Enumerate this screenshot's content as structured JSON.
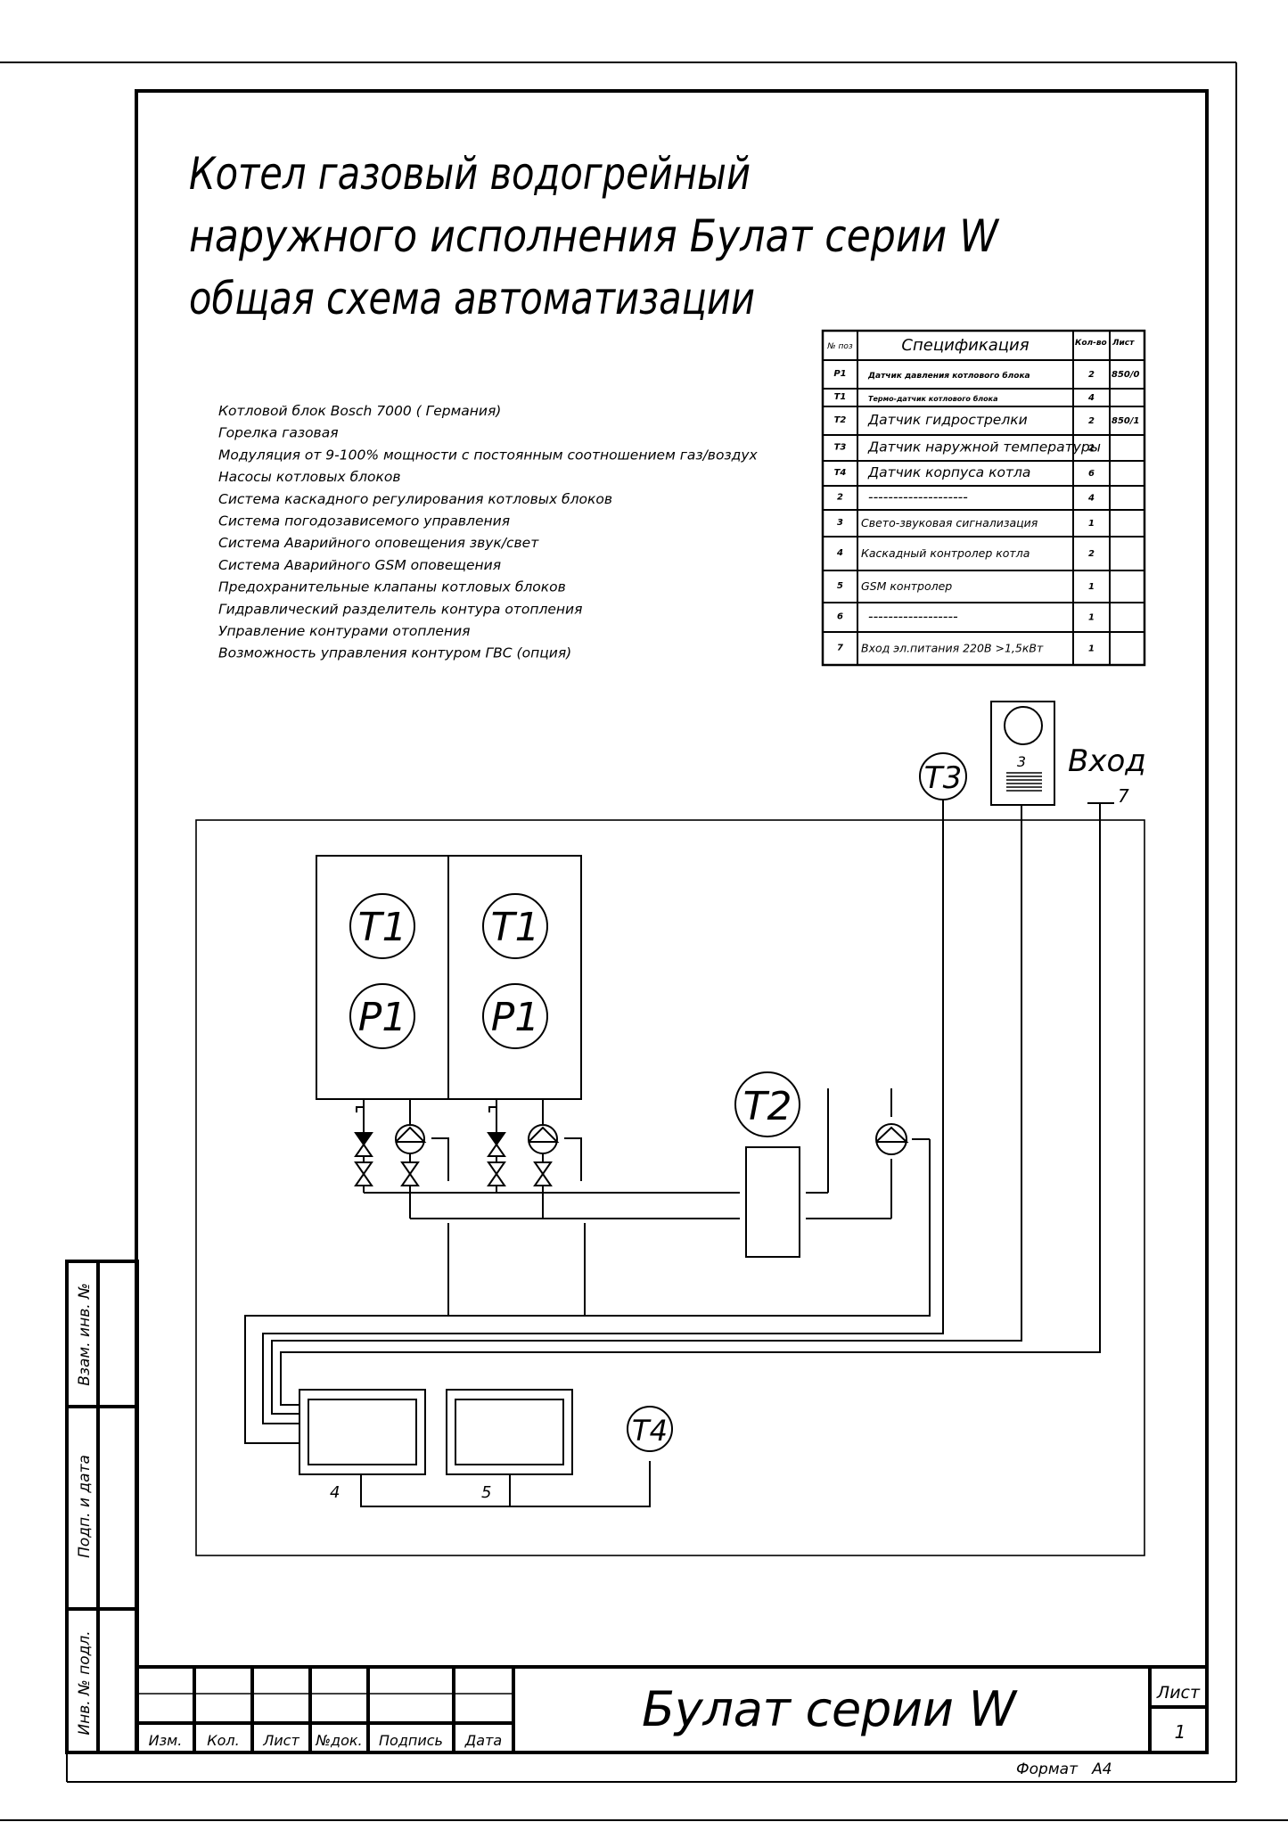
{
  "title": {
    "lines": [
      "Котел газовый водогрейный",
      "наружного исполнения   Булат серии  W",
      "общая схема автоматизации"
    ]
  },
  "features": [
    "Котловой блок  Bosch 7000 ( Германия)",
    "Горелка газовая",
    "Модуляция от 9-100% мощности с постоянным соотношением газ/воздух",
    "Насосы котловых блоков",
    "Система каскадного регулирования котловых блоков",
    "Система погодозависемого управления",
    "Система Аварийного оповещения звук/свет",
    "Система Аварийного  GSM  оповещения",
    "Предохранительные клапаны котловых блоков",
    "Гидравлический разделитель контура отопления",
    "Управление контурами отопления",
    "Возможность управления контуром ГВС (опция)"
  ],
  "spec_table": {
    "headers": [
      "№ поз",
      "Спецификация",
      "Кол-во",
      "Лист"
    ],
    "rows": [
      {
        "pos": "P1",
        "name": "Датчик давления котлового блока",
        "qty": "2",
        "sheet": "850/0",
        "size": "small"
      },
      {
        "pos": "T1",
        "name": "Термо-датчик котлового блока",
        "qty": "4",
        "sheet": "",
        "size": "tiny"
      },
      {
        "pos": "T2",
        "name": "Датчик гидрострелки",
        "qty": "2",
        "sheet": "850/1",
        "size": "large"
      },
      {
        "pos": "T3",
        "name": "Датчик наружной температуры",
        "qty": "2",
        "sheet": "",
        "size": "large"
      },
      {
        "pos": "T4",
        "name": "Датчик корпуса котла",
        "qty": "6",
        "sheet": "",
        "size": "large"
      },
      {
        "pos": "2",
        "name": "--------------------",
        "qty": "4",
        "sheet": "",
        "size": "large"
      },
      {
        "pos": "3",
        "name": "Свето-звуковая сигнализация",
        "qty": "1",
        "sheet": "",
        "size": "medium"
      },
      {
        "pos": "4",
        "name": "Каскадный контролер котла",
        "qty": "2",
        "sheet": "",
        "size": "medium"
      },
      {
        "pos": "5",
        "name": "GSM контролер",
        "qty": "1",
        "sheet": "",
        "size": "medium"
      },
      {
        "pos": "6",
        "name": "------------------",
        "qty": "1",
        "sheet": "",
        "size": "large"
      },
      {
        "pos": "7",
        "name": "Вход эл.питания 220В >1,5кВт",
        "qty": "1",
        "sheet": "",
        "size": "medium"
      }
    ]
  },
  "diagram": {
    "sensors": {
      "t1": "T1",
      "p1": "P1",
      "t2": "T2",
      "t3": "T3",
      "t4": "T4"
    },
    "alarm_label": "3",
    "input_label": "Вход",
    "input_num": "7",
    "controller_4_label": "4",
    "controller_5_label": "5"
  },
  "side_stamp": [
    "Взам. инв. №",
    "Подп. и дата",
    "Инв. № подл."
  ],
  "title_block": {
    "columns": [
      "Изм.",
      "Кол.",
      "Лист",
      "№док.",
      "Подпись",
      "Дата"
    ],
    "name": "Булат серии  W",
    "sheet_label": "Лист",
    "sheet_number": "1",
    "format": "Формат   А4"
  }
}
